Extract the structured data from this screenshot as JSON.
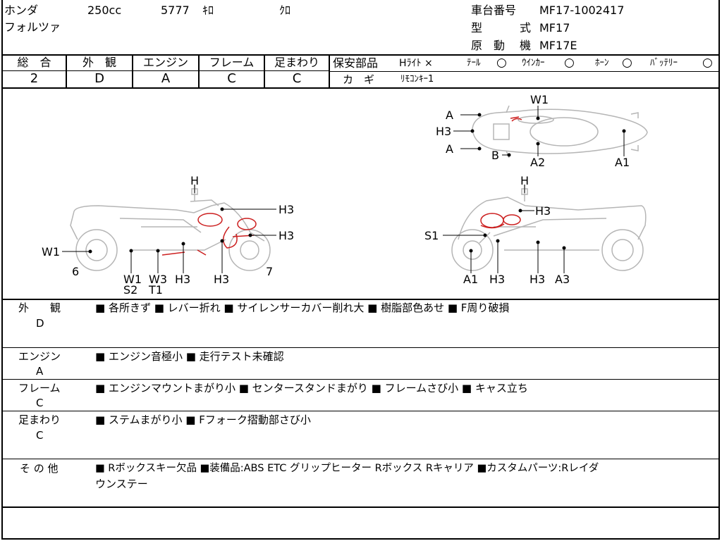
{
  "header": {
    "maker": "ホンダ",
    "displacement": "250cc",
    "mileage": "5777",
    "mileage_unit": "ｷﾛ",
    "color": "ｸﾛ",
    "model_name": "フォルツァ",
    "frame_no_label": "車台番号",
    "frame_no": "MF17-1002417",
    "type_label_1": "型",
    "type_label_2": "式",
    "type": "MF17",
    "engine_label_1": "原",
    "engine_label_2": "動",
    "engine_label_3": "機",
    "engine": "MF17E"
  },
  "grades": {
    "overall_label": "総　合",
    "overall": "2",
    "exterior_label": "外　観",
    "exterior": "D",
    "engine_label": "エンジン",
    "engine": "A",
    "frame_label": "フレーム",
    "frame": "C",
    "suspension_label": "足まわり",
    "suspension": "C"
  },
  "safety": {
    "label": "保安部品",
    "headlight": "Hﾗｲﾄ ×",
    "tail": "ﾃｰﾙ",
    "winker": "ｳｲﾝｶｰ",
    "horn": "ﾎｰﾝ",
    "battery": "ﾊﾞｯﾃﾘｰ",
    "key_label": "カ　ギ",
    "key": "ﾘﾓｺﾝｷｰ1"
  },
  "diagram_labels": {
    "top_w1": "W1",
    "top_a_upper": "A",
    "top_h3": "H3",
    "top_a_lower": "A",
    "top_b": "B",
    "top_a2": "A2",
    "top_a1": "A1",
    "left_h": "H",
    "left_h3_a": "H3",
    "left_h3_b": "H3",
    "left_w1": "W1",
    "left_6": "6",
    "left_7": "7",
    "left_w1_b": "W1",
    "left_s2": "S2",
    "left_w3": "W3",
    "left_t1": "T1",
    "left_h3_c": "H3",
    "left_h3_d": "H3",
    "right_h": "H",
    "right_h3": "H3",
    "right_s1": "S1",
    "right_a1": "A1",
    "right_h3_b": "H3",
    "right_h3_c": "H3",
    "right_a3": "A3"
  },
  "remarks": {
    "exterior_label": "外　　観",
    "exterior_grade": "D",
    "exterior_text": "■ 各所きず ■ レバー折れ ■ サイレンサーカバー削れ大 ■ 樹脂部色あせ ■ F周り破損",
    "engine_label": "エンジン",
    "engine_grade": "A",
    "engine_text": "■ エンジン音極小 ■ 走行テスト未確認",
    "frame_label": "フレーム",
    "frame_grade": "C",
    "frame_text": "■ エンジンマウントまがり小 ■ センタースタンドまがり ■ フレームさび小 ■ キャス立ち",
    "suspension_label": "足まわり",
    "suspension_grade": "C",
    "suspension_text": "■ ステムまがり小 ■ Fフォーク摺動部さび小",
    "other_label": "そ の 他",
    "other_text_1": "■ Rボックスキー欠品 ■装備品:ABS ETC グリップヒーター Rボックス Rキャリア ■カスタムパーツ:Rレイダ",
    "other_text_2": "ウンステー"
  },
  "colors": {
    "damage": "#cc1f1f",
    "outline": "#b5b5b5"
  }
}
